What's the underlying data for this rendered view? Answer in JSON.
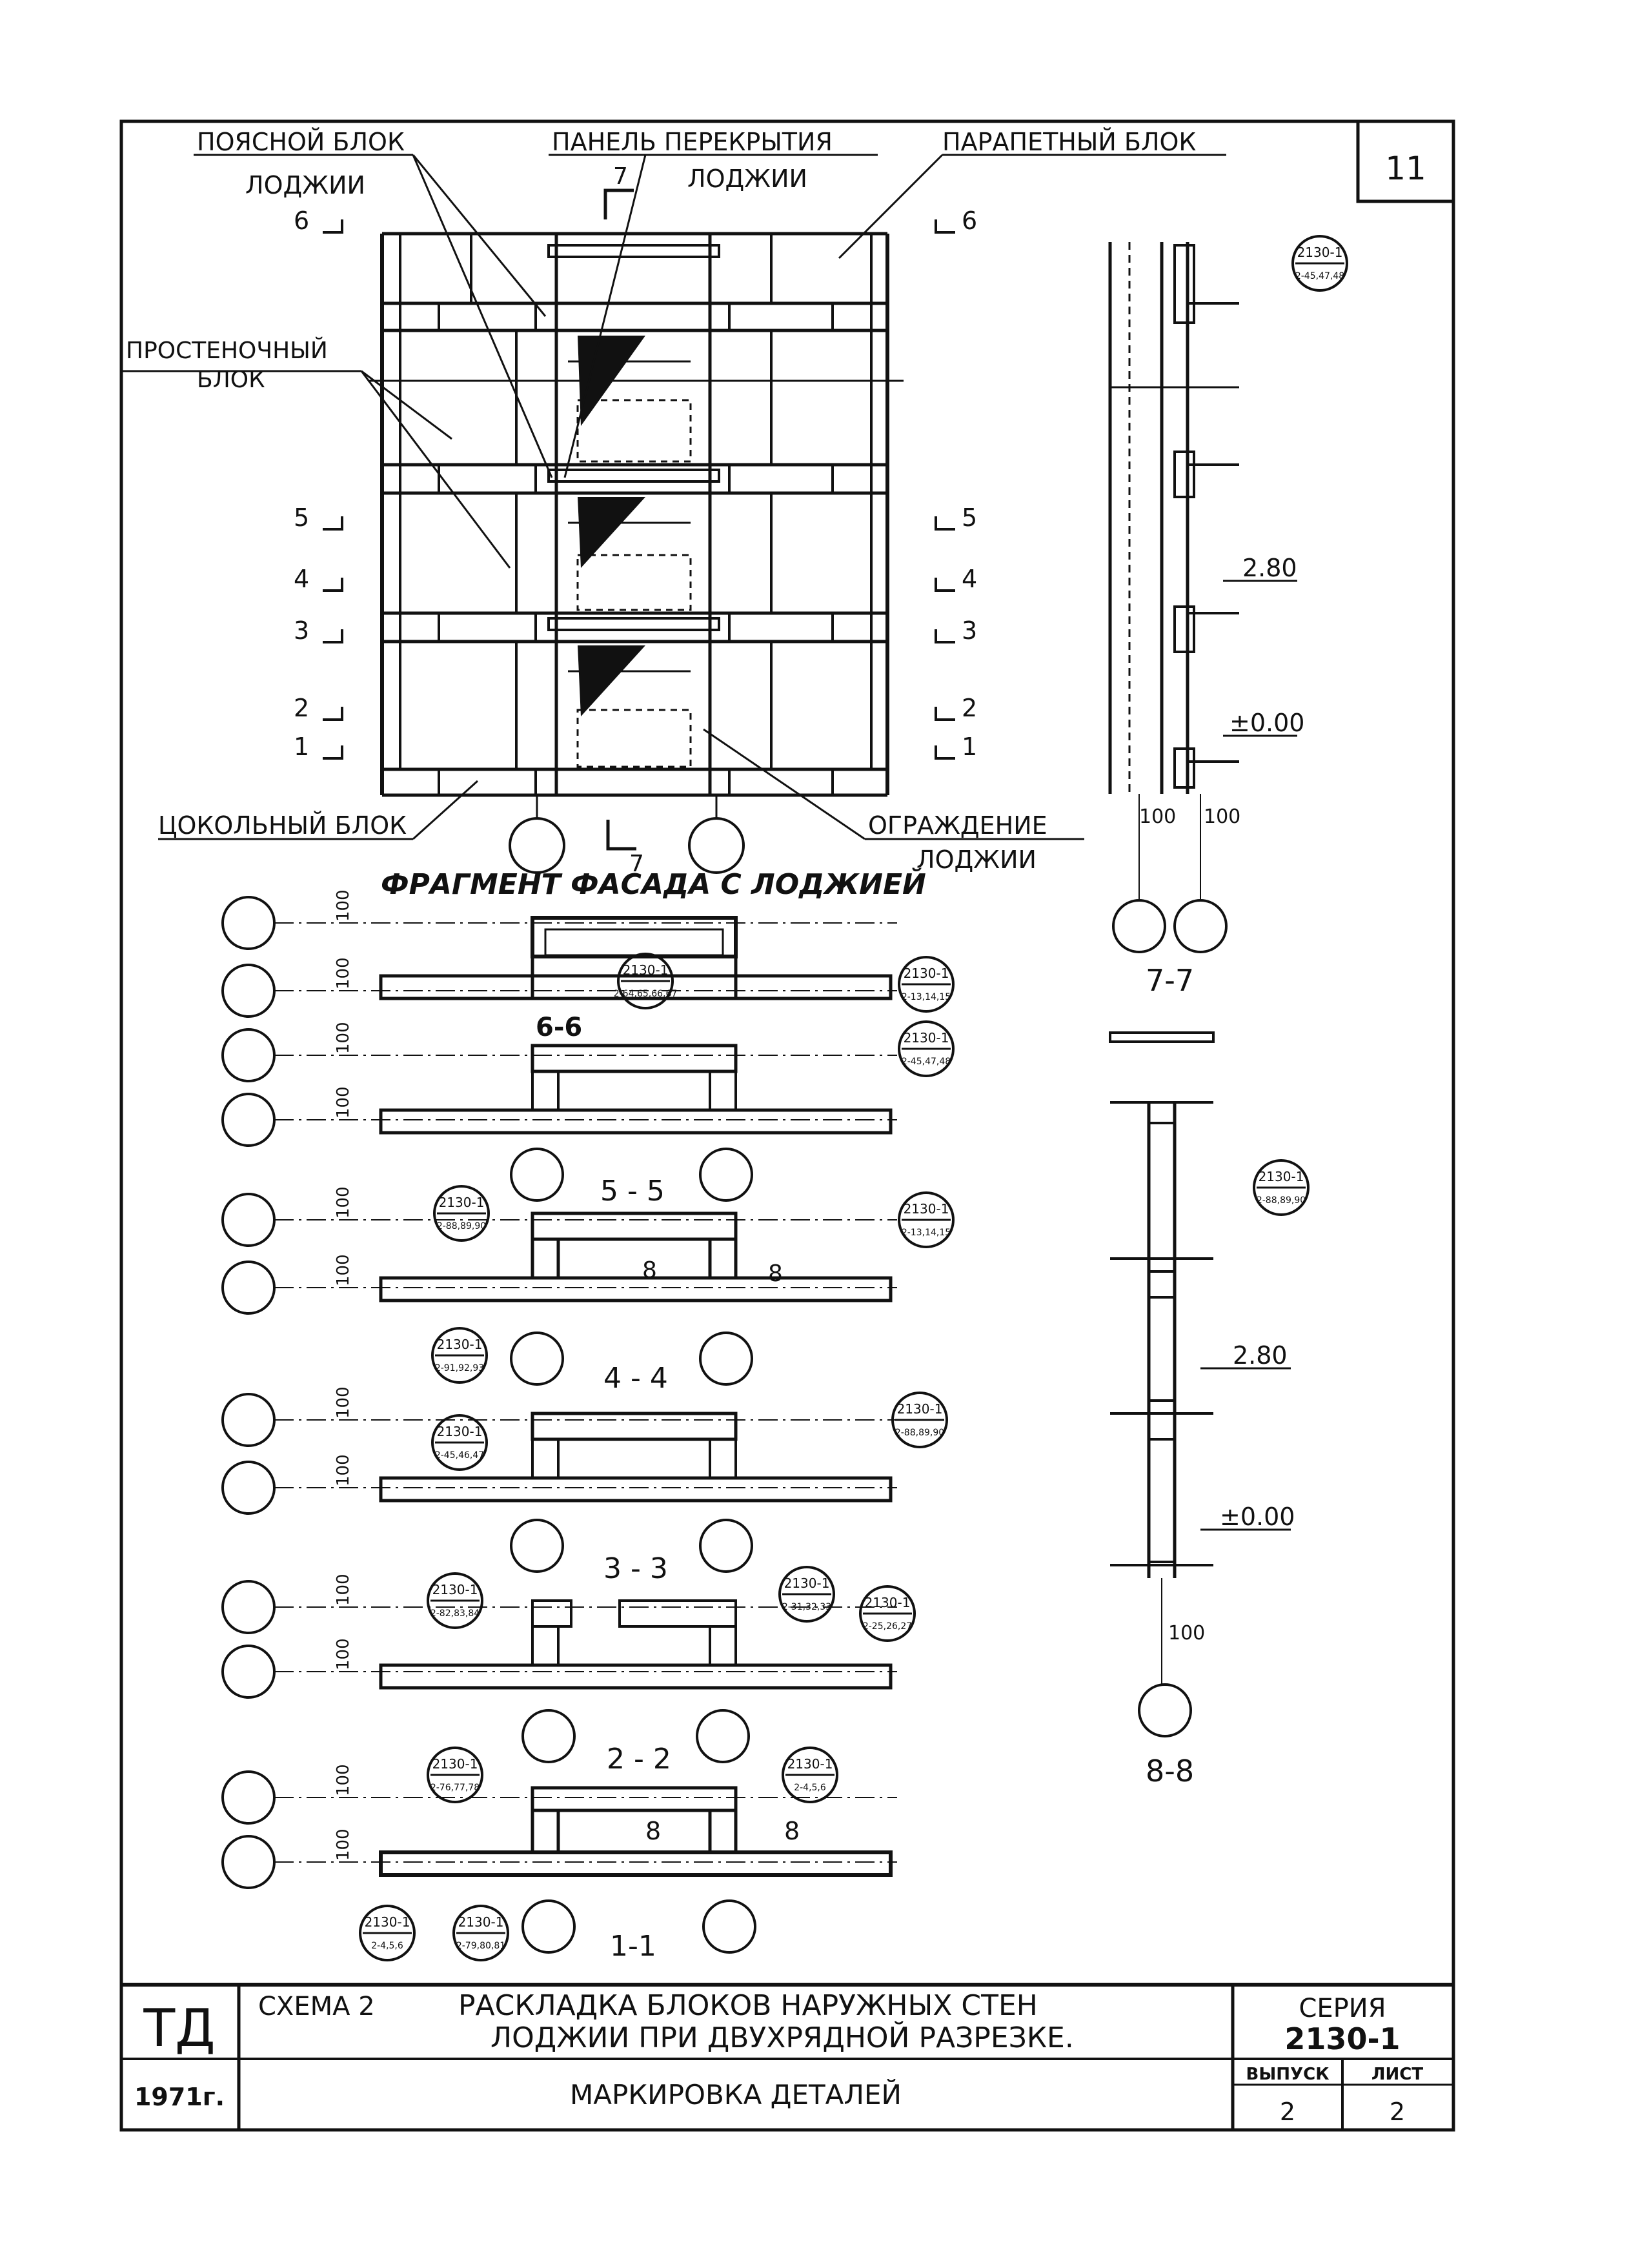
{
  "sheet_number": "11",
  "facade": {
    "title": "ФРАГМЕНТ ФАСАДА С ЛОДЖИЕЙ",
    "labels": {
      "belt_block_1": "ПОЯСНОЙ БЛОК",
      "belt_block_2": "ЛОДЖИИ",
      "floor_panel_1": "ПАНЕЛЬ ПЕРЕКРЫТИЯ",
      "floor_panel_2": "ЛОДЖИИ",
      "parapet_block": "ПАРАПЕТНЫЙ БЛОК",
      "pier_block_1": "ПРОСТЕНОЧНЫЙ",
      "pier_block_2": "БЛОК",
      "plinth_block": "ЦОКОЛЬНЫЙ БЛОК",
      "fence_1": "ОГРАЖДЕНИЕ",
      "fence_2": "ЛОДЖИИ"
    },
    "cut_marks_left": [
      "6",
      "5",
      "4",
      "3",
      "2",
      "1"
    ],
    "cut_marks_right": [
      "6",
      "5",
      "4",
      "3",
      "2",
      "1"
    ],
    "cut_77_top": "7",
    "cut_77_bottom": "7"
  },
  "plans": {
    "dim": "100",
    "titles": [
      "6-6",
      "5 - 5",
      "4 - 4",
      "3 - 3",
      "2 - 2",
      "1-1"
    ],
    "cut8": "8",
    "detail_refs": [
      {
        "series": "2130-1",
        "code": "2-64,65,66,67"
      },
      {
        "series": "2130-1",
        "code": "2-13,14,15"
      },
      {
        "series": "2130-1",
        "code": "2-45,47,48"
      },
      {
        "series": "2130-1",
        "code": "2-88,89,90"
      },
      {
        "series": "2130-1",
        "code": "2-13,14,15"
      },
      {
        "series": "2130-1",
        "code": "2-91,92,93"
      },
      {
        "series": "2130-1",
        "code": "2-45,46,47"
      },
      {
        "series": "2130-1",
        "code": "2-88,89,90"
      },
      {
        "series": "2130-1",
        "code": "2-82,83,84"
      },
      {
        "series": "2130-1",
        "code": "2-31,32,33"
      },
      {
        "series": "2130-1",
        "code": "2-25,26,27"
      },
      {
        "series": "2130-1",
        "code": "2-76,77,78"
      },
      {
        "series": "2130-1",
        "code": "2-4,5,6"
      },
      {
        "series": "2130-1",
        "code": "2-4,5,6"
      },
      {
        "series": "2130-1",
        "code": "2-79,80,81"
      }
    ]
  },
  "sections": {
    "s77": {
      "title": "7-7",
      "level_upper": "2.80",
      "level_lower": "±0.00",
      "dim_a": "100",
      "dim_b": "100",
      "ref": {
        "series": "2130-1",
        "code": "2-45,47,48"
      }
    },
    "s88": {
      "title": "8-8",
      "level_upper": "2.80",
      "level_lower": "±0.00",
      "dim": "100",
      "ref": {
        "series": "2130-1",
        "code": "2-88,89,90"
      }
    }
  },
  "title_block": {
    "logo": "ТД",
    "year": "1971г.",
    "scheme": "СХЕМА 2",
    "title_line1": "РАСКЛАДКА БЛОКОВ НАРУЖНЫХ СТЕН",
    "title_line2": "ЛОДЖИИ ПРИ ДВУХРЯДНОЙ РАЗРЕЗКЕ.",
    "subtitle": "МАРКИРОВКА ДЕТАЛЕЙ",
    "series_label": "СЕРИЯ",
    "series_value": "2130-1",
    "issue_label": "ВЫПУСК",
    "issue_value": "2",
    "sheet_label": "ЛИСТ",
    "sheet_value": "2"
  }
}
